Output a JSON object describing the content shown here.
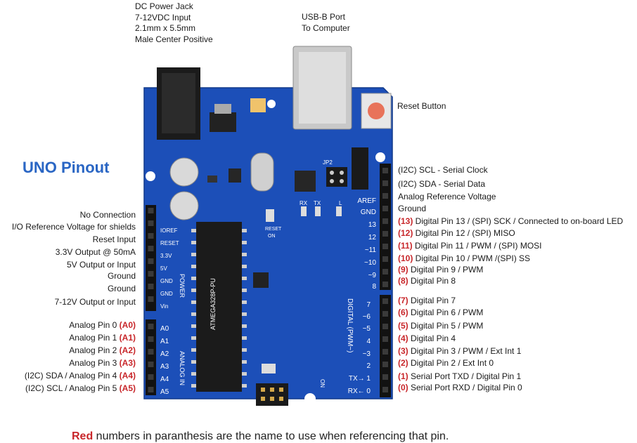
{
  "callouts": {
    "dc_jack": [
      "DC Power Jack",
      "7-12VDC Input",
      "2.1mm x 5.5mm",
      "Male Center Positive"
    ],
    "usb": [
      "USB-B Port",
      "To Computer"
    ],
    "reset_button": "Reset Button"
  },
  "title": "UNO Pinout",
  "left_labels": [
    {
      "text": "No Connection"
    },
    {
      "text": "I/O Reference Voltage for shields"
    },
    {
      "text": "Reset Input"
    },
    {
      "text": "3.3V Output @ 50mA"
    },
    {
      "text": "5V Output or Input"
    },
    {
      "text": "Ground"
    },
    {
      "text": "Ground"
    },
    {
      "text": "7-12V Output or Input"
    },
    {
      "text": "Analog Pin 0 ",
      "code": "(A0)"
    },
    {
      "text": "Analog Pin 1 ",
      "code": "(A1)"
    },
    {
      "text": "Analog Pin 2 ",
      "code": "(A2)"
    },
    {
      "text": "Analog Pin 3 ",
      "code": "(A3)"
    },
    {
      "text": "(I2C) SDA / Analog Pin 4 ",
      "code": "(A4)"
    },
    {
      "text": "(I2C) SCL / Analog Pin 5 ",
      "code": "(A5)"
    }
  ],
  "right_labels": [
    {
      "code": "",
      "text": "(I2C) SCL - Serial Clock"
    },
    {
      "code": "",
      "text": "(I2C) SDA - Serial Data"
    },
    {
      "code": "",
      "text": "Analog Reference Voltage"
    },
    {
      "code": "",
      "text": "Ground"
    },
    {
      "code": "(13)",
      "text": " Digital Pin 13 / (SPI) SCK / Connected to on-board LED"
    },
    {
      "code": "(12)",
      "text": " Digital Pin 12 / (SPI) MISO"
    },
    {
      "code": "(11)",
      "text": " Digital Pin 11 / PWM / (SPI) MOSI"
    },
    {
      "code": "(10)",
      "text": " Digital Pin 10 / PWM /(SPI) SS"
    },
    {
      "code": "(9)",
      "text": " Digital Pin 9 / PWM"
    },
    {
      "code": "(8)",
      "text": " Digital Pin 8"
    },
    {
      "code": "(7)",
      "text": " Digital Pin 7"
    },
    {
      "code": "(6)",
      "text": " Digital Pin 6 / PWM"
    },
    {
      "code": "(5)",
      "text": " Digital Pin 5 / PWM"
    },
    {
      "code": "(4)",
      "text": " Digital Pin 4"
    },
    {
      "code": "(3)",
      "text": " Digital Pin 3 / PWM / Ext Int 1"
    },
    {
      "code": "(2)",
      "text": " Digital Pin 2 / Ext Int 0"
    },
    {
      "code": "(1)",
      "text": " Serial Port TXD / Digital Pin 1"
    },
    {
      "code": "(0)",
      "text": " Serial Port RXD / Digital Pin 0"
    }
  ],
  "board": {
    "power_pins": [
      "IOREF",
      "RESET",
      "3.3V",
      "5V",
      "GND",
      "GND",
      "Vin"
    ],
    "analog_pins": [
      "A0",
      "A1",
      "A2",
      "A3",
      "A4",
      "A5"
    ],
    "digital_top": [
      "AREF",
      "GND",
      "13",
      "12",
      "~11",
      "~10",
      "~9",
      "8"
    ],
    "digital_bottom": [
      "7",
      "~6",
      "~5",
      "4",
      "~3",
      "2",
      "TX→ 1",
      "RX← 0"
    ],
    "power_header": "POWER",
    "analog_header": "ANALOG IN",
    "digital_header": "DIGITAL (PWM~)",
    "reset_on": [
      "RESET",
      "ON"
    ],
    "jp2": "JP2",
    "rx": "RX",
    "tx": "TX",
    "l": "L",
    "on": "ON",
    "chip_text": "ATMEGA328P-PU"
  },
  "footer": {
    "highlight": "Red",
    "rest": " numbers in paranthesis are the name to use when referencing that pin."
  },
  "colors": {
    "board": "#1c4fb8",
    "highlight": "#c8262a",
    "title": "#2a66c4"
  }
}
